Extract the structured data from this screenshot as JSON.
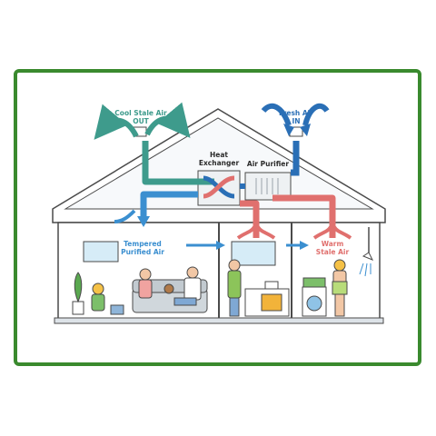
{
  "colors": {
    "frame": "#3a8a2e",
    "cool_stale": "#3e9b8c",
    "fresh": "#2a6fb6",
    "tempered": "#3b8fd0",
    "warm_stale": "#e0706e",
    "outline": "#4a4a4a"
  },
  "labels": {
    "cool_stale_air_1": "Cool Stale Air",
    "cool_stale_air_2": "OUT",
    "fresh_air_1": "Fresh Air",
    "fresh_air_2": "IN",
    "heat_exchanger_1": "Heat",
    "heat_exchanger_2": "Exchanger",
    "air_purifier": "Air Purifier",
    "tempered_1": "Tempered",
    "tempered_2": "Purified Air",
    "warm_stale_1": "Warm",
    "warm_stale_2": "Stale Air"
  }
}
